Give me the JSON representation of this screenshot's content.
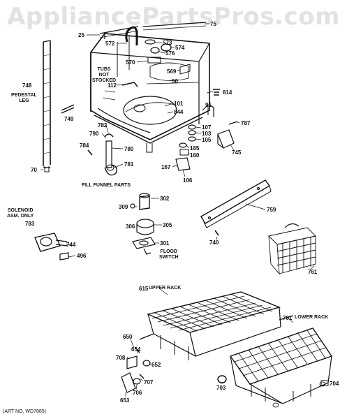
{
  "watermark": "AppliancePartsPros.com",
  "art_number": "(ART NO. WD7885)",
  "captions": {
    "tubs_not_stocked": [
      "TUBS",
      "NOT",
      "STOCKED"
    ],
    "pedestal_leg": [
      "PEDESTAL",
      "LEG"
    ],
    "fill_funnel_parts": "FILL FUNNEL PARTS",
    "solenoid": [
      "SOLENOID",
      "ASM. ONLY"
    ],
    "flood_switch": [
      "FLOOD",
      "SWITCH"
    ],
    "upper_rack": "UPPER RACK",
    "lower_rack": "LOWER RACK"
  },
  "parts": [
    {
      "n": "25"
    },
    {
      "n": "75"
    },
    {
      "n": "572"
    },
    {
      "n": "573"
    },
    {
      "n": "576"
    },
    {
      "n": "574"
    },
    {
      "n": "570"
    },
    {
      "n": "569"
    },
    {
      "n": "50"
    },
    {
      "n": "112"
    },
    {
      "n": "748"
    },
    {
      "n": "749"
    },
    {
      "n": "101"
    },
    {
      "n": "844"
    },
    {
      "n": "814"
    },
    {
      "n": "91"
    },
    {
      "n": "787"
    },
    {
      "n": "107"
    },
    {
      "n": "103"
    },
    {
      "n": "105"
    },
    {
      "n": "745"
    },
    {
      "n": "782"
    },
    {
      "n": "790"
    },
    {
      "n": "784"
    },
    {
      "n": "780"
    },
    {
      "n": "781"
    },
    {
      "n": "165"
    },
    {
      "n": "160"
    },
    {
      "n": "167"
    },
    {
      "n": "106"
    },
    {
      "n": "70"
    },
    {
      "n": "309"
    },
    {
      "n": "302"
    },
    {
      "n": "306"
    },
    {
      "n": "305"
    },
    {
      "n": "301"
    },
    {
      "n": "783"
    },
    {
      "n": "744"
    },
    {
      "n": "496"
    },
    {
      "n": "759"
    },
    {
      "n": "740"
    },
    {
      "n": "761"
    },
    {
      "n": "615"
    },
    {
      "n": "701"
    },
    {
      "n": "650"
    },
    {
      "n": "654"
    },
    {
      "n": "708"
    },
    {
      "n": "652"
    },
    {
      "n": "707"
    },
    {
      "n": "706"
    },
    {
      "n": "653"
    },
    {
      "n": "703"
    },
    {
      "n": "704"
    }
  ]
}
